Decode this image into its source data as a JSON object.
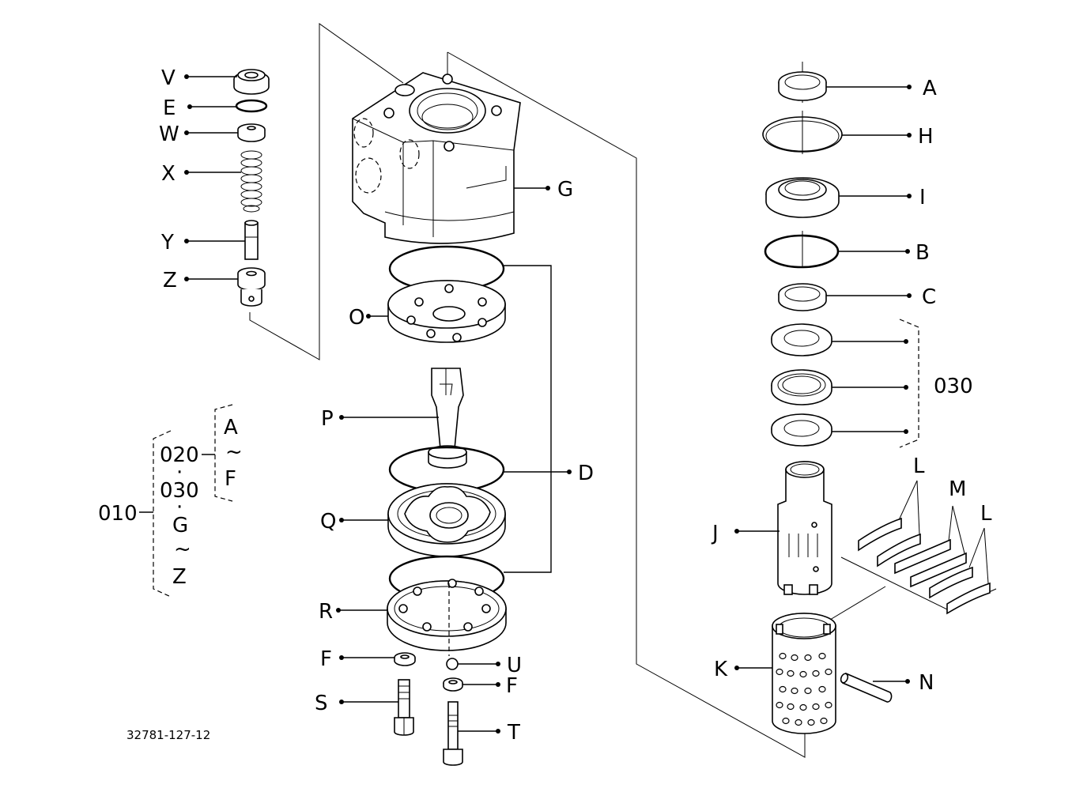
{
  "labels": {
    "V": "V",
    "E": "E",
    "W": "W",
    "X": "X",
    "Y": "Y",
    "Z": "Z",
    "G": "G",
    "O": "O",
    "P": "P",
    "D": "D",
    "Q": "Q",
    "R": "R",
    "F1": "F",
    "F2": "F",
    "U": "U",
    "S": "S",
    "T": "T",
    "A": "A",
    "H": "H",
    "I": "I",
    "B": "B",
    "C": "C",
    "group030": "030",
    "L1": "L",
    "M": "M",
    "L2": "L",
    "J": "J",
    "K": "K",
    "N": "N"
  },
  "assembly_tree": {
    "root": "010",
    "sub1": "020",
    "sub2": "030",
    "range1_start": "A",
    "range1_tilde": "~",
    "range1_end": "F",
    "range2_start": "G",
    "range2_tilde": "~",
    "range2_end": "Z",
    "dot1": "·",
    "dot2": "·"
  },
  "drawing_number": "32781-127-12"
}
